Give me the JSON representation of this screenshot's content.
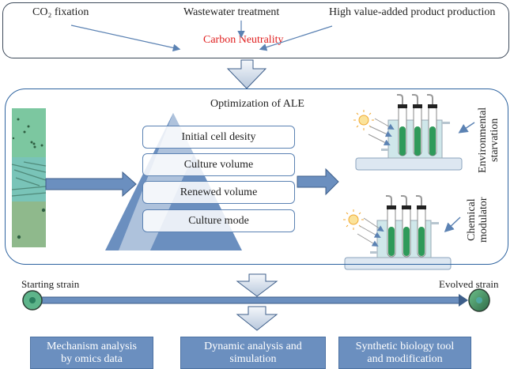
{
  "top": {
    "sources": [
      "CO₂ fixation",
      "Wastewater treatment",
      "High value-added product production"
    ],
    "goal": "Carbon Neutrality"
  },
  "ale": {
    "title": "Optimization of ALE",
    "factors": [
      "Initial cell desity",
      "Culture volume",
      "Renewed volume",
      "Culture mode"
    ],
    "strategies": [
      "Environmental starvation",
      "Chemical modulator"
    ],
    "strategy_lines": [
      [
        "Environmental",
        "starvation"
      ],
      [
        "Chemical",
        "modulator"
      ]
    ]
  },
  "evolution": {
    "start": "Starting strain",
    "end": "Evolved strain"
  },
  "analyses": [
    {
      "line1": "Mechanism analysis",
      "line2": "by omics data"
    },
    {
      "line1": "Dynamic analysis and",
      "line2": "simulation"
    },
    {
      "line1": "Synthetic biology tool",
      "line2": "and modification"
    }
  ],
  "colors": {
    "accent": "#6b8fbf",
    "goal": "#e02020",
    "culture_green": "#2e9a5a"
  }
}
